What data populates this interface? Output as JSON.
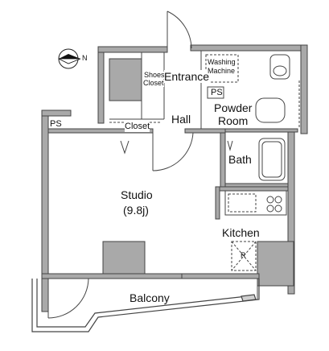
{
  "plan": {
    "rooms": {
      "studio_name": "Studio",
      "studio_size": "(9.8j)",
      "entrance": "Entrance",
      "hall": "Hall",
      "powder_room_1": "Powder",
      "powder_room_2": "Room",
      "bath": "Bath",
      "kitchen": "Kitchen",
      "balcony": "Balcony",
      "closet": "Closet",
      "shoes_closet_1": "Shoes",
      "shoes_closet_2": "Closet",
      "washing_machine_1": "Washing",
      "washing_machine_2": "Machine",
      "ps_left": "PS",
      "ps_right": "PS",
      "refrigerator": "R"
    },
    "compass": {
      "letter": "N"
    }
  }
}
